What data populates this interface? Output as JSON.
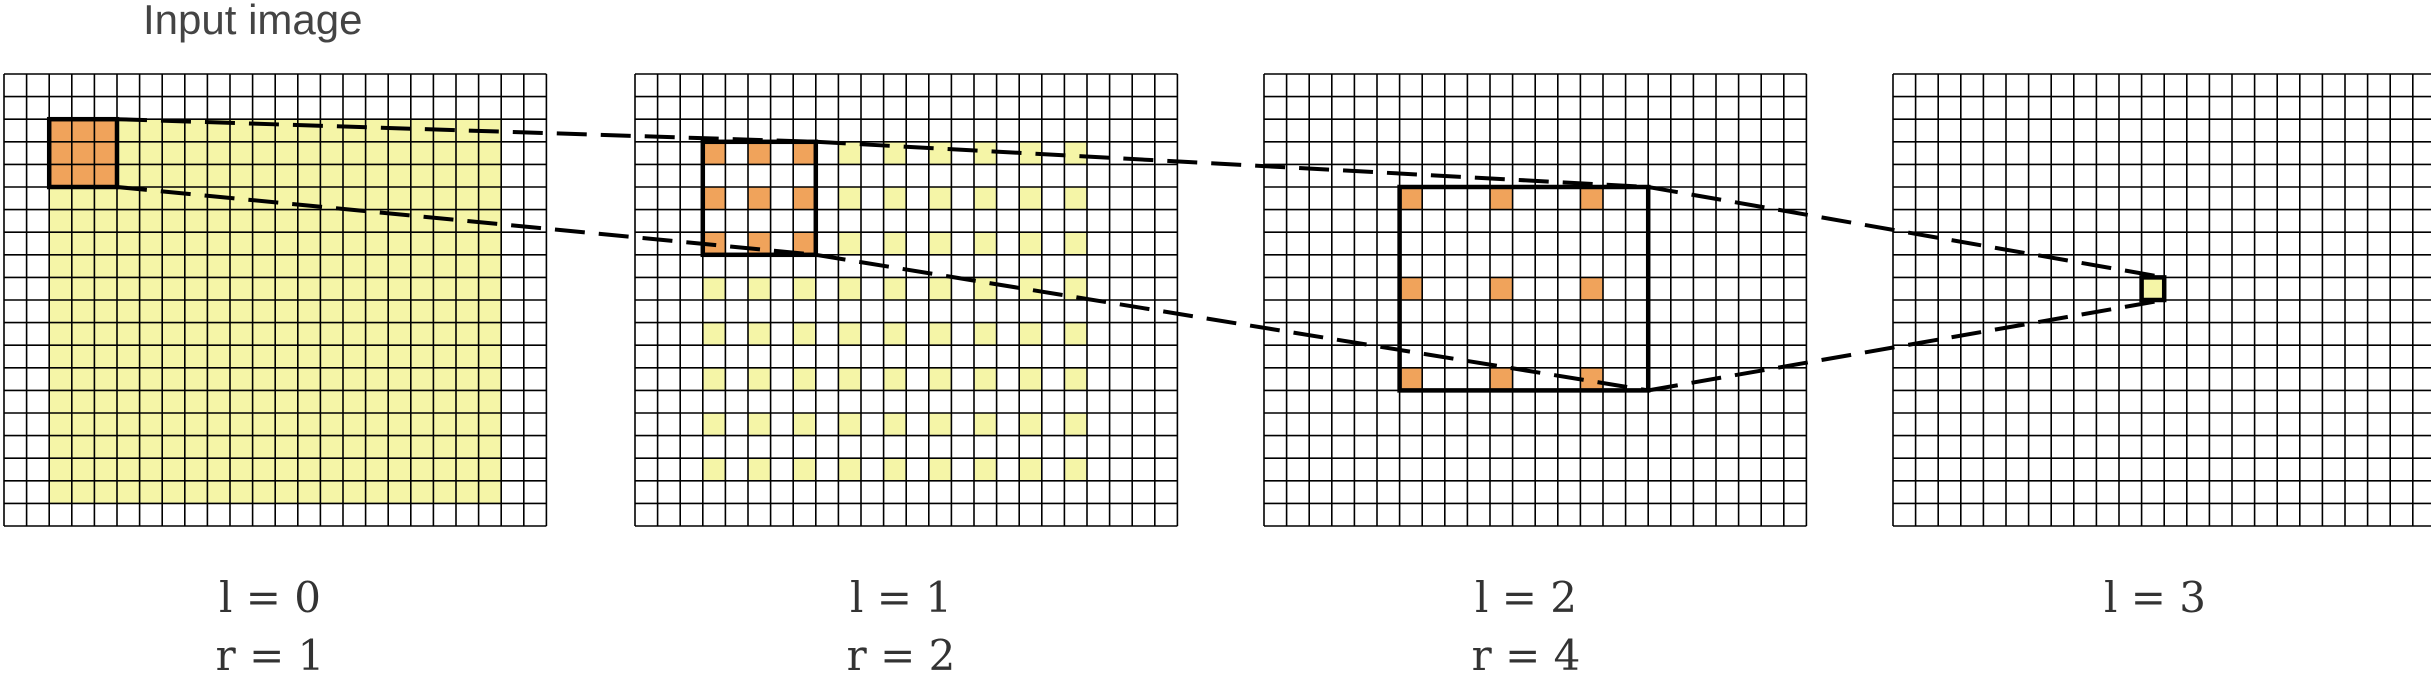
{
  "title": "Input image",
  "grid": {
    "rows": 20,
    "cols": 24
  },
  "colors": {
    "receptive_field": "#f5f5a7",
    "kernel_tap": "#f0a35b",
    "grid_line": "#000000",
    "box_outline": "#000000"
  },
  "panels": [
    {
      "l_label": "l = 0",
      "r_label": "r = 1",
      "receptive_field": {
        "row_start": 2,
        "row_end": 18,
        "col_start": 2,
        "col_end": 21,
        "stride": 1
      },
      "taps": {
        "row_start": 2,
        "col_start": 2,
        "count": 3,
        "step": 1
      },
      "box": {
        "row_start": 2,
        "col_start": 2,
        "size": 3
      }
    },
    {
      "l_label": "l = 1",
      "r_label": "r = 2",
      "receptive_field": {
        "row_start": 3,
        "row_end": 17,
        "col_start": 3,
        "col_end": 20,
        "stride": 2
      },
      "taps": {
        "row_start": 3,
        "col_start": 3,
        "count": 3,
        "step": 2
      },
      "box": {
        "row_start": 3,
        "col_start": 3,
        "size": 5
      }
    },
    {
      "l_label": "l = 2",
      "r_label": "r = 4",
      "receptive_field": null,
      "taps": {
        "row_start": 5,
        "col_start": 6,
        "count": 3,
        "step": 4
      },
      "box": {
        "row_start": 5,
        "col_start": 6,
        "size": 9,
        "width": 11
      }
    },
    {
      "l_label": "l = 3",
      "r_label": "",
      "receptive_field": null,
      "taps": null,
      "box": {
        "row_start": 9,
        "col_start": 11,
        "size": 1,
        "fill": "yellow"
      }
    }
  ]
}
